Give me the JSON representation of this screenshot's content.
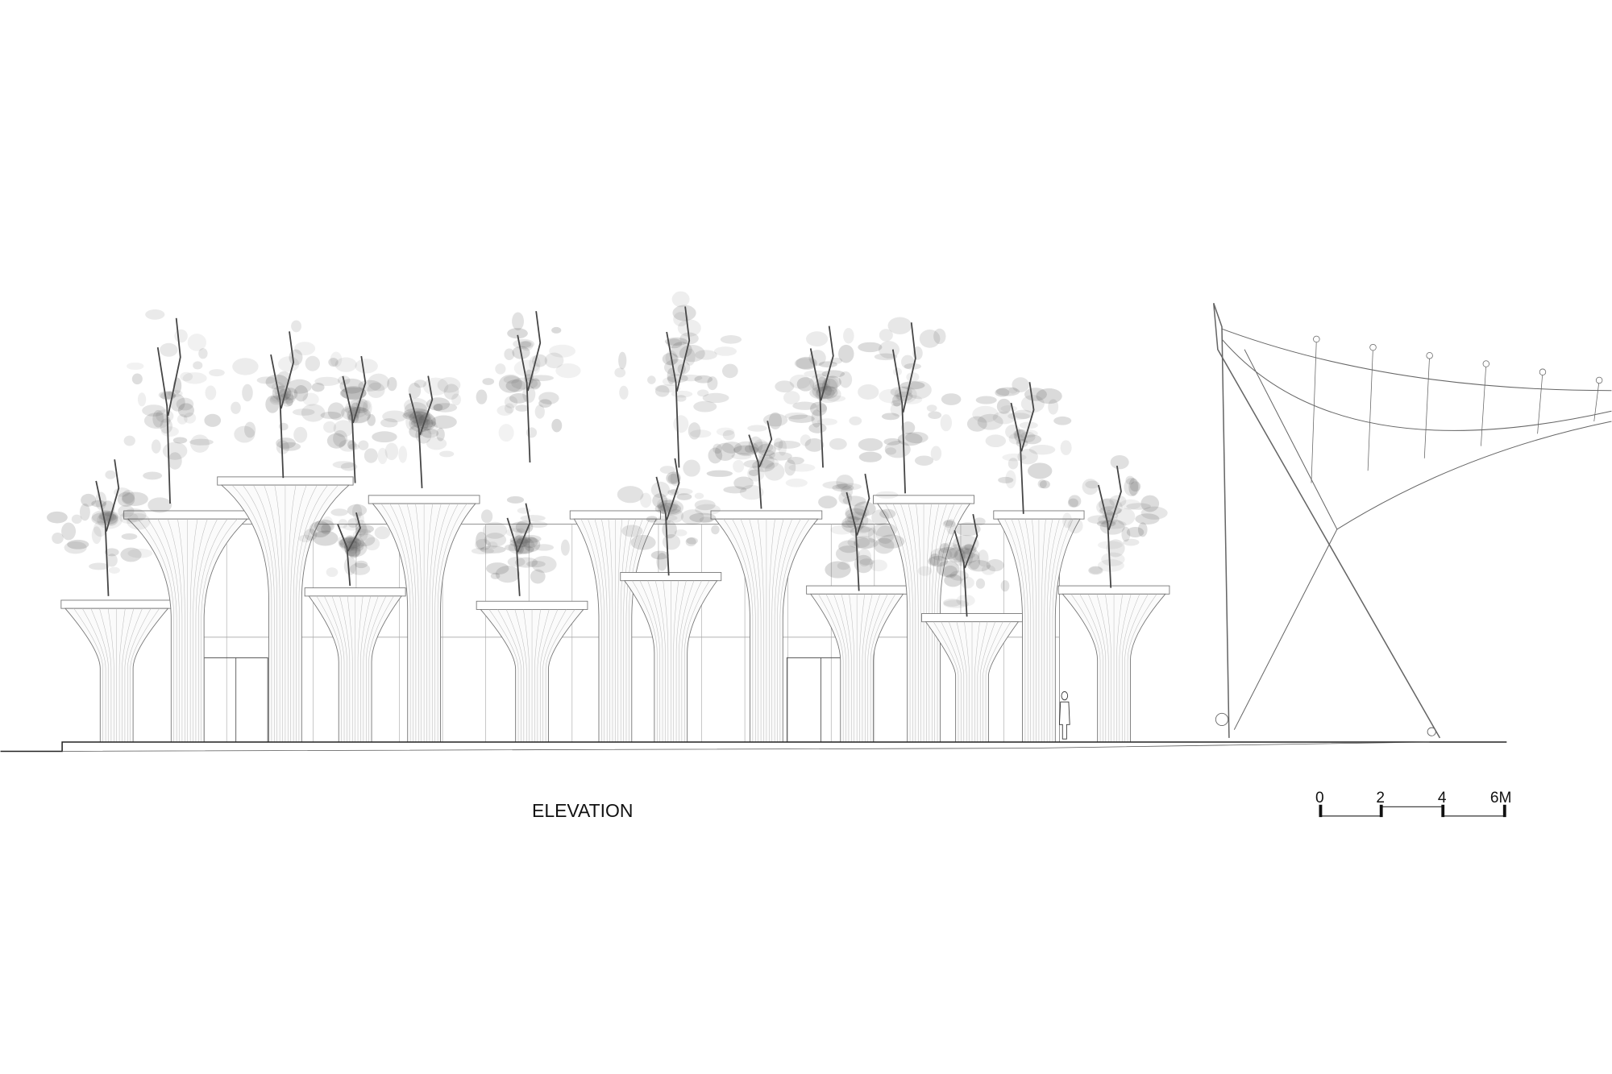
{
  "drawing": {
    "title": "ELEVATION",
    "scale_bar": {
      "labels": [
        "0",
        "2",
        "4",
        "6M"
      ],
      "unit": "M"
    }
  }
}
